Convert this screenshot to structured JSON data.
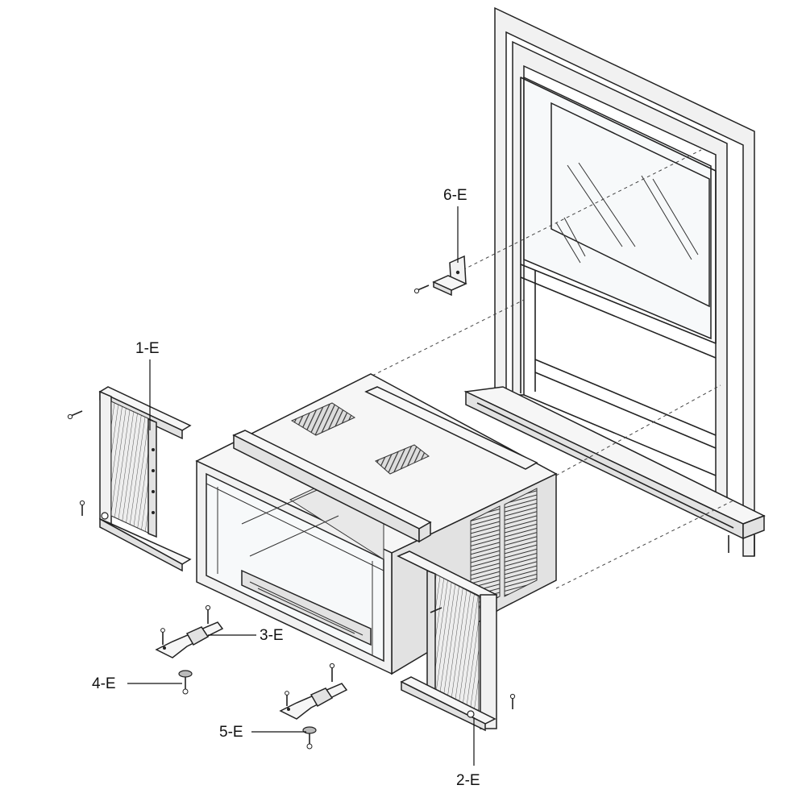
{
  "callouts": [
    {
      "id": "1-E"
    },
    {
      "id": "2-E"
    },
    {
      "id": "3-E"
    },
    {
      "id": "4-E"
    },
    {
      "id": "5-E"
    },
    {
      "id": "6-E"
    }
  ]
}
